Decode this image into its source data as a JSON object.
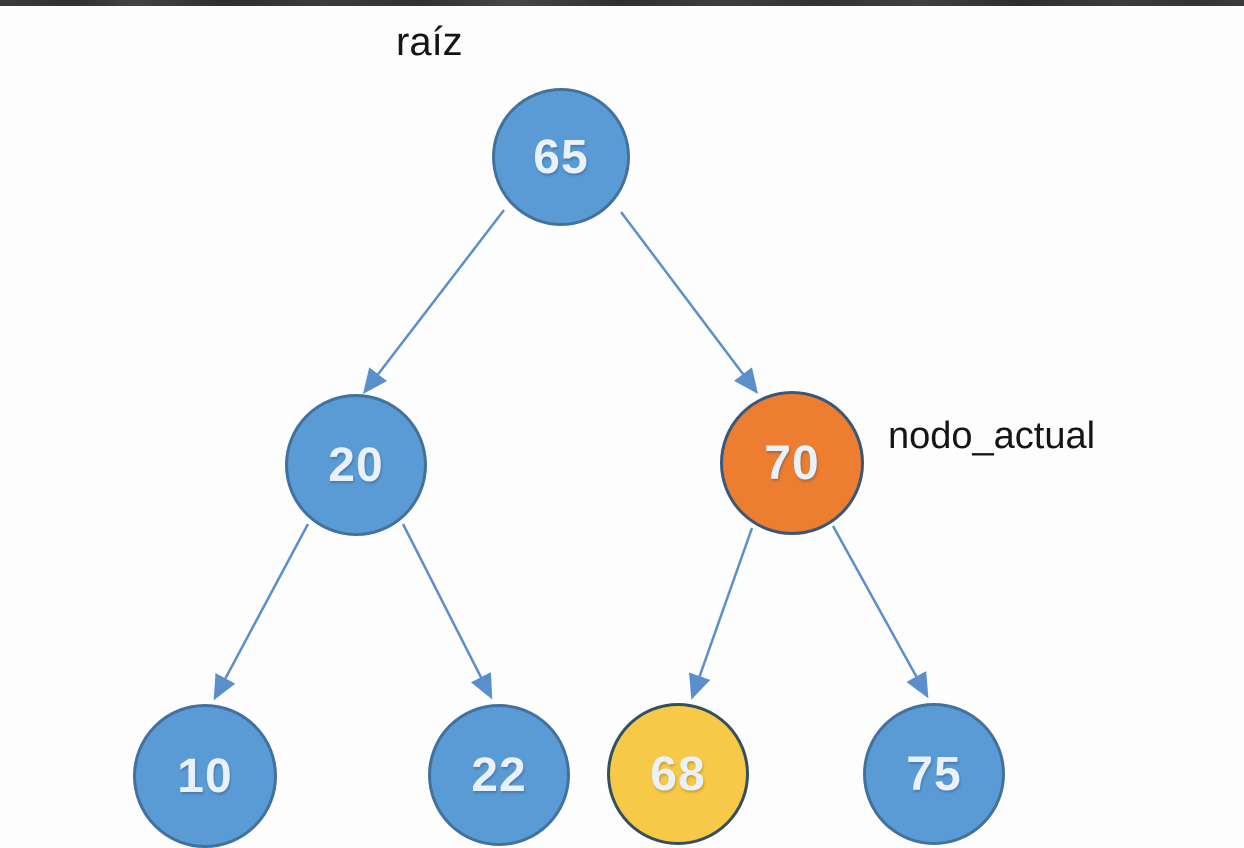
{
  "labels": {
    "root_pointer": "raíz",
    "current_pointer": "nodo_actual"
  },
  "tree": {
    "nodes": [
      {
        "value": "65",
        "role": "root",
        "color": "blue"
      },
      {
        "value": "20",
        "role": "left-child",
        "color": "blue"
      },
      {
        "value": "70",
        "role": "current-node",
        "color": "orange"
      },
      {
        "value": "10",
        "role": "leaf",
        "color": "blue"
      },
      {
        "value": "22",
        "role": "leaf",
        "color": "blue"
      },
      {
        "value": "68",
        "role": "highlighted-leaf",
        "color": "yellow"
      },
      {
        "value": "75",
        "role": "leaf",
        "color": "blue"
      }
    ],
    "edges": [
      {
        "from": "65",
        "to": "20"
      },
      {
        "from": "65",
        "to": "70"
      },
      {
        "from": "20",
        "to": "10"
      },
      {
        "from": "20",
        "to": "22"
      },
      {
        "from": "70",
        "to": "68"
      },
      {
        "from": "70",
        "to": "75"
      }
    ]
  },
  "colors": {
    "node_blue_fill": "#5B9BD5",
    "node_blue_border": "#41719C",
    "node_orange_fill": "#ED7D31",
    "node_orange_border": "#3B5777",
    "node_yellow_fill": "#F7C948",
    "node_yellow_border": "#33505F",
    "arrow": "#5B8FCB",
    "node_text": "#E9F2FB",
    "label_text": "#151515",
    "background": "#FDFDFD"
  }
}
